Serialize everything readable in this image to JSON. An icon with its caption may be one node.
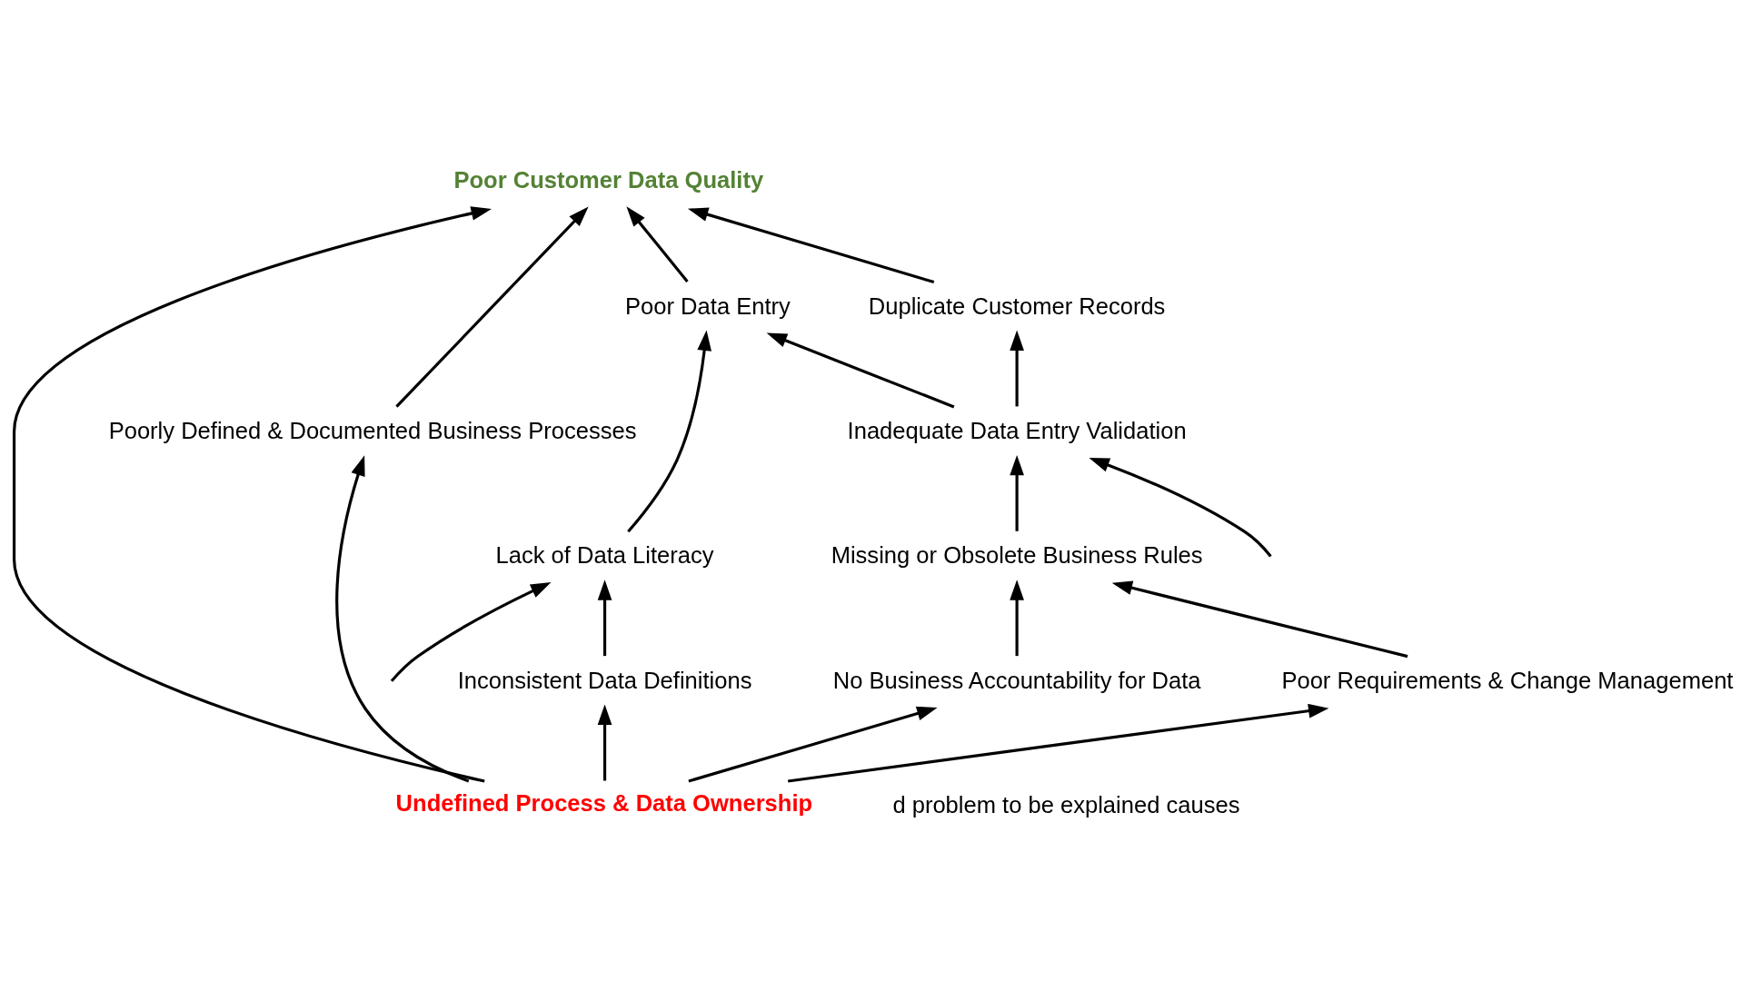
{
  "diagram": {
    "nodes": [
      {
        "text": [
          "Lack of Data Literacy"
        ]
      },
      {
        "text": [
          "Poor Data Entry"
        ]
      },
      {
        "text": [
          "Duplicate Customer Records"
        ]
      },
      {
        "text": [
          "Inadequate Data Entry Validation"
        ]
      },
      {
        "text": [
          "Inconsistent Data Definitions"
        ]
      },
      {
        "text": [
          "Poor Customer Data Quality"
        ]
      },
      {
        "text": [
          "Poorly Defined & Documented Business Processes"
        ]
      },
      {
        "text": [
          "Undefined Process & Data Ownership"
        ]
      },
      {
        "text": [
          "No Business Accountability for Data"
        ]
      },
      {
        "text": [
          "Missing or Obsolete Business Rules"
        ]
      },
      {
        "text": [
          "Poor Requirements & Change Management"
        ]
      }
    ],
    "edges": [
      {
        "from": null,
        "to": 0,
        "arrow": "to"
      },
      {
        "from": 0,
        "to": 1,
        "arrow": "to"
      },
      {
        "from": 4,
        "to": 0,
        "arrow": "to"
      },
      {
        "from": 1,
        "to": 5,
        "arrow": "to"
      },
      {
        "from": 2,
        "to": 5,
        "arrow": "to"
      },
      {
        "from": 3,
        "to": 2,
        "arrow": "to"
      },
      {
        "from": 3,
        "to": 1,
        "arrow": "to"
      },
      {
        "from": null,
        "to": 3,
        "arrow": "to"
      },
      {
        "from": 6,
        "to": 5,
        "arrow": "to"
      },
      {
        "from": 7,
        "to": 4,
        "arrow": "to"
      },
      {
        "from": 7,
        "to": 5,
        "arrow": "to"
      },
      {
        "from": 7,
        "to": 6,
        "arrow": "to"
      },
      {
        "from": 7,
        "to": 8,
        "arrow": "to"
      },
      {
        "from": 7,
        "to": 10,
        "arrow": "to"
      },
      {
        "from": 8,
        "to": 9,
        "arrow": "to"
      },
      {
        "from": 9,
        "to": 3,
        "arrow": "to"
      },
      {
        "from": 10,
        "to": 9,
        "arrow": "to"
      }
    ],
    "labels": [
      "d problem to be explained causes"
    ]
  }
}
